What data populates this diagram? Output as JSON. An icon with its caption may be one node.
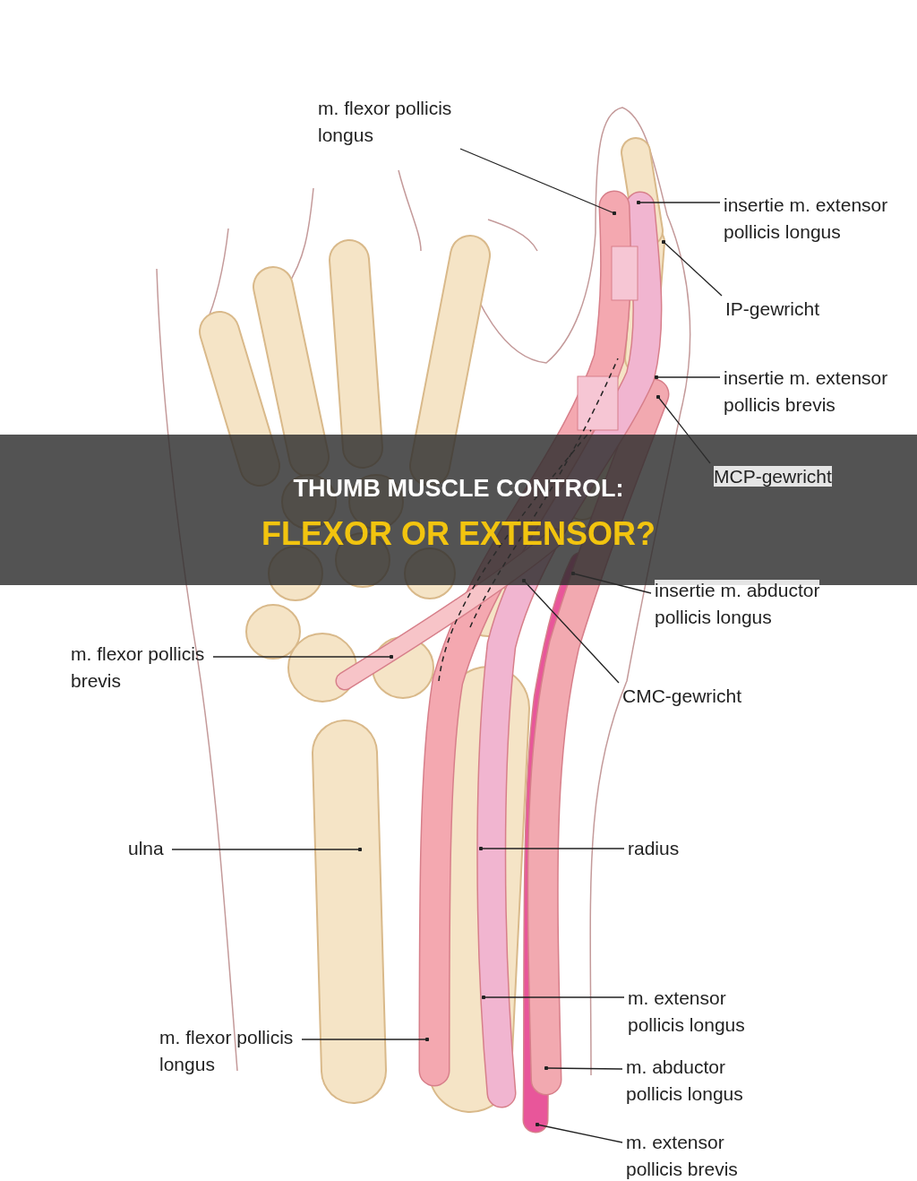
{
  "diagram": {
    "title": "THUMB MUSCLE CONTROL:",
    "caption": "FLEXOR OR EXTENSOR?",
    "nodes": [
      {
        "text": [
          "m. flexor pollicis longus"
        ]
      },
      {
        "text": [
          "insertie m. extensor pollicis longus"
        ]
      },
      {
        "text": [
          "IP-gewricht"
        ]
      },
      {
        "text": [
          "insertie m. extensor pollicis brevis"
        ]
      },
      {
        "text": [
          "MCP-gewricht"
        ]
      },
      {
        "text": [
          "insertie m. abductor pollicis longus"
        ]
      },
      {
        "text": [
          "m. flexor pollicis brevis"
        ]
      },
      {
        "text": [
          "CMC-gewricht"
        ]
      },
      {
        "text": [
          "ulna"
        ]
      },
      {
        "text": [
          "radius"
        ]
      },
      {
        "text": [
          "m. extensor pollicis longus"
        ]
      },
      {
        "text": [
          "m. flexor pollicis longus"
        ]
      },
      {
        "text": [
          "m. abductor pollicis longus"
        ]
      },
      {
        "text": [
          "m. extensor pollicis brevis"
        ]
      }
    ],
    "edges": [
      {
        "from": 0,
        "to": null,
        "arrow": "other"
      },
      {
        "from": 1,
        "to": null,
        "arrow": "other"
      },
      {
        "from": 2,
        "to": null,
        "arrow": "other"
      },
      {
        "from": 3,
        "to": null,
        "arrow": "other"
      },
      {
        "from": 4,
        "to": null,
        "arrow": "other"
      },
      {
        "from": 5,
        "to": null,
        "arrow": "other"
      },
      {
        "from": 6,
        "to": null,
        "arrow": "other"
      },
      {
        "from": 7,
        "to": null,
        "arrow": "other"
      },
      {
        "from": 8,
        "to": null,
        "arrow": "other"
      },
      {
        "from": 9,
        "to": null,
        "arrow": "other"
      },
      {
        "from": 10,
        "to": null,
        "arrow": "other"
      },
      {
        "from": 11,
        "to": null,
        "arrow": "other"
      },
      {
        "from": 12,
        "to": null,
        "arrow": "other"
      },
      {
        "from": 13,
        "to": null,
        "arrow": "other"
      }
    ]
  }
}
